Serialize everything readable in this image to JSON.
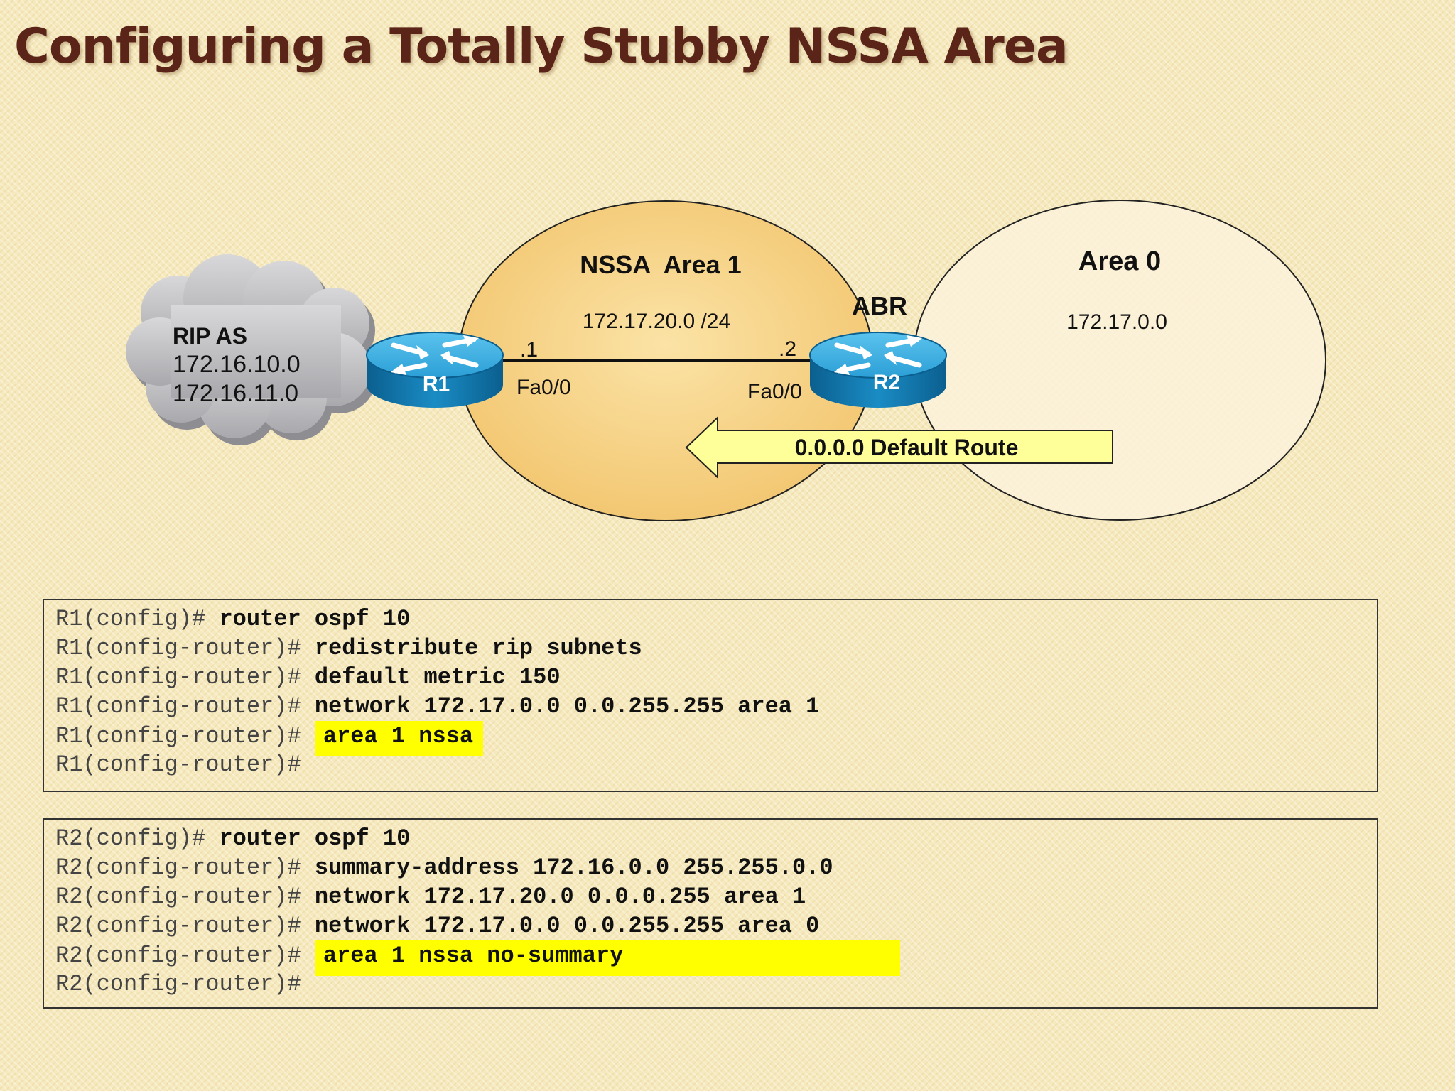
{
  "title": "Configuring a Totally Stubby NSSA Area",
  "diagram": {
    "rip_cloud": {
      "label": "RIP AS",
      "networks": [
        "172.16.10.0",
        "172.16.11.0"
      ]
    },
    "nssa_area": {
      "label": "NSSA  Area 1",
      "network": "172.17.20.0 /24"
    },
    "area0": {
      "label": "Area 0",
      "network": "172.17.0.0"
    },
    "r1": {
      "name": "R1",
      "host": ".1",
      "interface": "Fa0/0"
    },
    "r2": {
      "name": "R2",
      "role": "ABR",
      "host": ".2",
      "interface": "Fa0/0"
    },
    "default_route": "0.0.0.0 Default Route"
  },
  "r1_config": [
    {
      "prompt": "R1(config)# ",
      "command": "router ospf 10",
      "highlight": false
    },
    {
      "prompt": "R1(config-router)# ",
      "command": "redistribute rip subnets",
      "highlight": false
    },
    {
      "prompt": "R1(config-router)# ",
      "command": "default metric 150",
      "highlight": false
    },
    {
      "prompt": "R1(config-router)# ",
      "command": "network 172.17.0.0 0.0.255.255 area 1",
      "highlight": false
    },
    {
      "prompt": "R1(config-router)# ",
      "command": "area 1 nssa",
      "highlight": true
    },
    {
      "prompt": "R1(config-router)#",
      "command": "",
      "highlight": false
    }
  ],
  "r2_config": [
    {
      "prompt": "R2(config)# ",
      "command": "router ospf 10",
      "highlight": false
    },
    {
      "prompt": "R2(config-router)# ",
      "command": "summary-address 172.16.0.0 255.255.0.0",
      "highlight": false
    },
    {
      "prompt": "R2(config-router)# ",
      "command": "network 172.17.20.0 0.0.0.255 area 1",
      "highlight": false
    },
    {
      "prompt": "R2(config-router)# ",
      "command": "network 172.17.0.0 0.0.255.255 area 0",
      "highlight": false
    },
    {
      "prompt": "R2(config-router)# ",
      "command": "area 1 nssa no-summary",
      "highlight": true
    },
    {
      "prompt": "R2(config-router)#",
      "command": "",
      "highlight": false
    }
  ],
  "colors": {
    "title": "#5a2418",
    "highlight": "#ffff00",
    "router": "#1a8cc4",
    "nssa_fill": "#f7d488",
    "arrow_fill": "#ffff99"
  }
}
